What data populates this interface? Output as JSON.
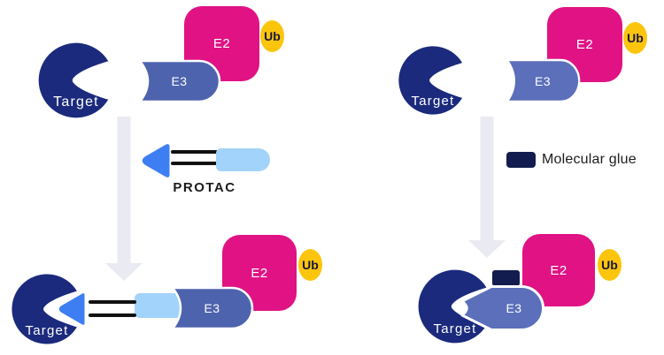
{
  "labels": {
    "target": "Target",
    "e2": "E2",
    "e3": "E3",
    "ub": "Ub",
    "protac": "PROTAC",
    "molecular_glue": "Molecular glue"
  },
  "colors": {
    "target": "#1b2a7d",
    "e3_left": "#4e63ae",
    "e3_right": "#5b6fba",
    "e2": "#e01284",
    "ub": "#fcc50d",
    "warhead": "#3d7ef2",
    "linker_pill": "#a2d3fa",
    "linker_line": "#111111",
    "glue": "#131c4e",
    "arrow": "#eaeaf2",
    "text_dark": "#1c1c1c",
    "text_light": "#ffffff"
  }
}
